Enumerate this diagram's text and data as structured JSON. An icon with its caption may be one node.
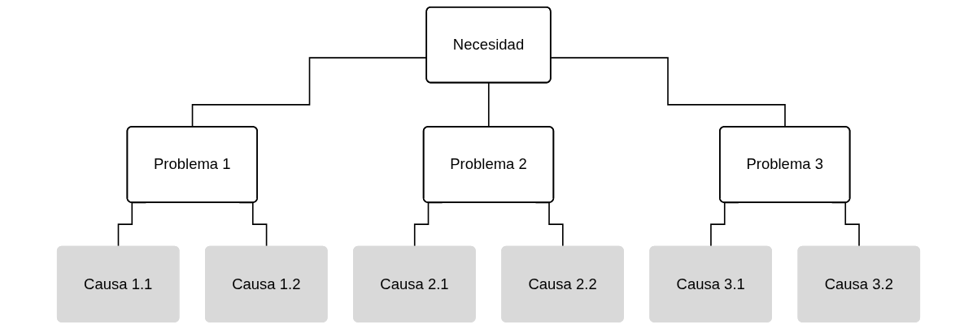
{
  "diagram": {
    "nodes": [
      {
        "text": [
          "Necesidad"
        ]
      },
      {
        "text": [
          "Problema 1"
        ]
      },
      {
        "text": [
          "Problema 2"
        ]
      },
      {
        "text": [
          "Problema 3"
        ]
      },
      {
        "text": [
          "Causa 1.1"
        ]
      },
      {
        "text": [
          "Causa 1.2"
        ]
      },
      {
        "text": [
          "Causa 2.1"
        ]
      },
      {
        "text": [
          "Causa 2.2"
        ]
      },
      {
        "text": [
          "Causa 3.1"
        ]
      },
      {
        "text": [
          "Causa 3.2"
        ]
      }
    ],
    "edges": [
      {
        "from": 0,
        "to": 1,
        "arrow": "none"
      },
      {
        "from": 0,
        "to": 2,
        "arrow": "none"
      },
      {
        "from": 0,
        "to": 3,
        "arrow": "none"
      },
      {
        "from": 1,
        "to": 4,
        "arrow": "none"
      },
      {
        "from": 1,
        "to": 5,
        "arrow": "none"
      },
      {
        "from": 2,
        "to": 6,
        "arrow": "none"
      },
      {
        "from": 2,
        "to": 7,
        "arrow": "none"
      },
      {
        "from": 3,
        "to": 8,
        "arrow": "none"
      },
      {
        "from": 3,
        "to": 9,
        "arrow": "none"
      }
    ]
  }
}
